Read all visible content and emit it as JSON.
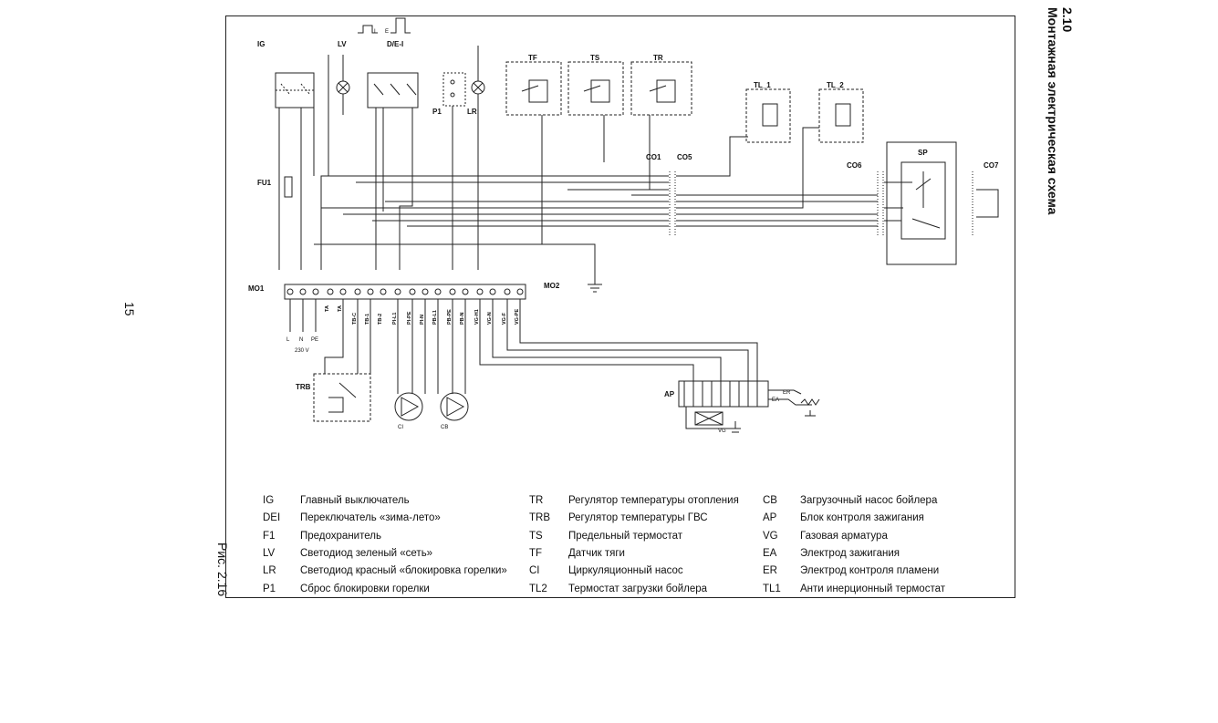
{
  "page": {
    "number": "15",
    "section_number": "2.10",
    "section_title": "Монтажная электрическая схема",
    "figure_caption": "Рис. 2.16"
  },
  "diagram": {
    "components": {
      "ig": "IG",
      "lv": "LV",
      "dei": "D/E-I",
      "p1": "P1",
      "lr": "LR",
      "tf": "TF",
      "ts": "TS",
      "tr": "TR",
      "tl1": "TL_1",
      "tl2": "TL_2",
      "sp": "SP",
      "co1": "CO1",
      "co5": "CO5",
      "co6": "CO6",
      "co7": "CO7",
      "fu1": "FU1",
      "mo1": "MO1",
      "mo2": "MO2",
      "trb": "TRB",
      "ap": "AP",
      "ci": "CI",
      "cb": "CB",
      "vg": "VG",
      "er": "ER",
      "ea": "EA"
    },
    "supply": {
      "l": "L",
      "n": "N",
      "pe": "PE",
      "voltage": "230 V"
    },
    "terminal_labels_mo1": [
      "TA",
      "TA",
      "TB-C",
      "TB-1",
      "TB-2",
      "PI-L1",
      "PI-PE",
      "PI-N",
      "PB-L1",
      "PB-PE",
      "PB-N",
      "VG-H1",
      "VG-N",
      "VG-F",
      "VG-PE"
    ],
    "mode_symbols": {
      "winter": "I",
      "summer": "E"
    }
  },
  "legend": [
    [
      {
        "code": "IG",
        "desc": "Главный выключатель"
      },
      {
        "code": "DEI",
        "desc": "Переключатель «зима-лето»"
      },
      {
        "code": "F1",
        "desc": "Предохранитель"
      },
      {
        "code": "LV",
        "desc": "Светодиод зеленый «сеть»"
      },
      {
        "code": "LR",
        "desc": "Светодиод красный «блокировка горелки»"
      },
      {
        "code": "P1",
        "desc": "Сброс блокировки горелки"
      }
    ],
    [
      {
        "code": "TR",
        "desc": "Регулятор температуры отопления"
      },
      {
        "code": "TRB",
        "desc": "Регулятор температуры ГВС"
      },
      {
        "code": "TS",
        "desc": "Предельный термостат"
      },
      {
        "code": "TF",
        "desc": "Датчик тяги"
      },
      {
        "code": "CI",
        "desc": "Циркуляционный насос"
      },
      {
        "code": "TL2",
        "desc": "Термостат загрузки бойлера"
      }
    ],
    [
      {
        "code": "CB",
        "desc": "Загрузочный насос бойлера"
      },
      {
        "code": "AP",
        "desc": "Блок контроля зажигания"
      },
      {
        "code": "VG",
        "desc": "Газовая арматура"
      },
      {
        "code": "EA",
        "desc": "Электрод зажигания"
      },
      {
        "code": "ER",
        "desc": "Электрод контроля пламени"
      },
      {
        "code": "TL1",
        "desc": "Анти инерционный термостат"
      }
    ]
  ]
}
